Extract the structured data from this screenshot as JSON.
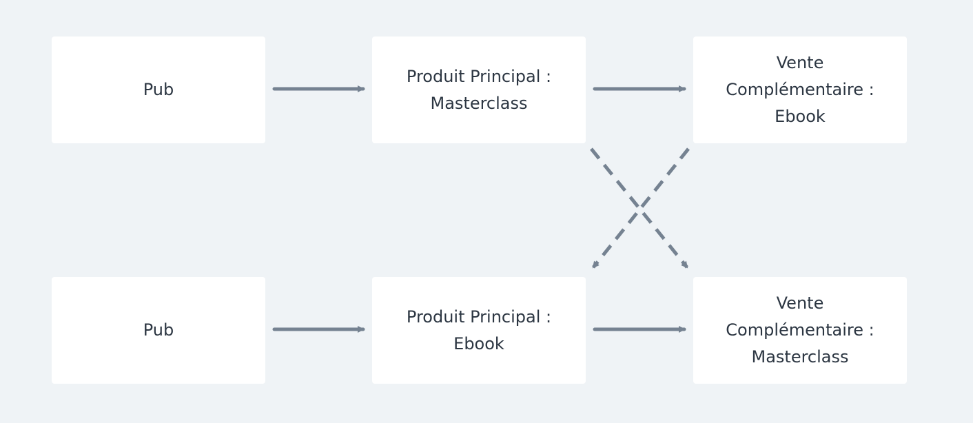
{
  "diagram": {
    "rows": [
      {
        "nodes": [
          {
            "label": "Pub"
          },
          {
            "label": "Produit Principal :\nMasterclass"
          },
          {
            "label": "Vente\nComplémentaire :\nEbook"
          }
        ]
      },
      {
        "nodes": [
          {
            "label": "Pub"
          },
          {
            "label": "Produit Principal :\nEbook"
          },
          {
            "label": "Vente\nComplémentaire :\nMasterclass"
          }
        ]
      }
    ],
    "edges": [
      {
        "from": "row1-pub",
        "to": "row1-produit-principal",
        "style": "solid"
      },
      {
        "from": "row1-produit-principal",
        "to": "row1-vente-complementaire",
        "style": "solid"
      },
      {
        "from": "row2-pub",
        "to": "row2-produit-principal",
        "style": "solid"
      },
      {
        "from": "row2-produit-principal",
        "to": "row2-vente-complementaire",
        "style": "solid"
      },
      {
        "from": "row1-produit-principal",
        "to": "row2-vente-complementaire",
        "style": "dashed"
      },
      {
        "from": "row1-vente-complementaire",
        "to": "row2-produit-principal",
        "style": "dashed"
      }
    ],
    "colors": {
      "background": "#eff3f6",
      "node_fill": "#ffffff",
      "text": "#2c3642",
      "edge": "#758291"
    }
  }
}
